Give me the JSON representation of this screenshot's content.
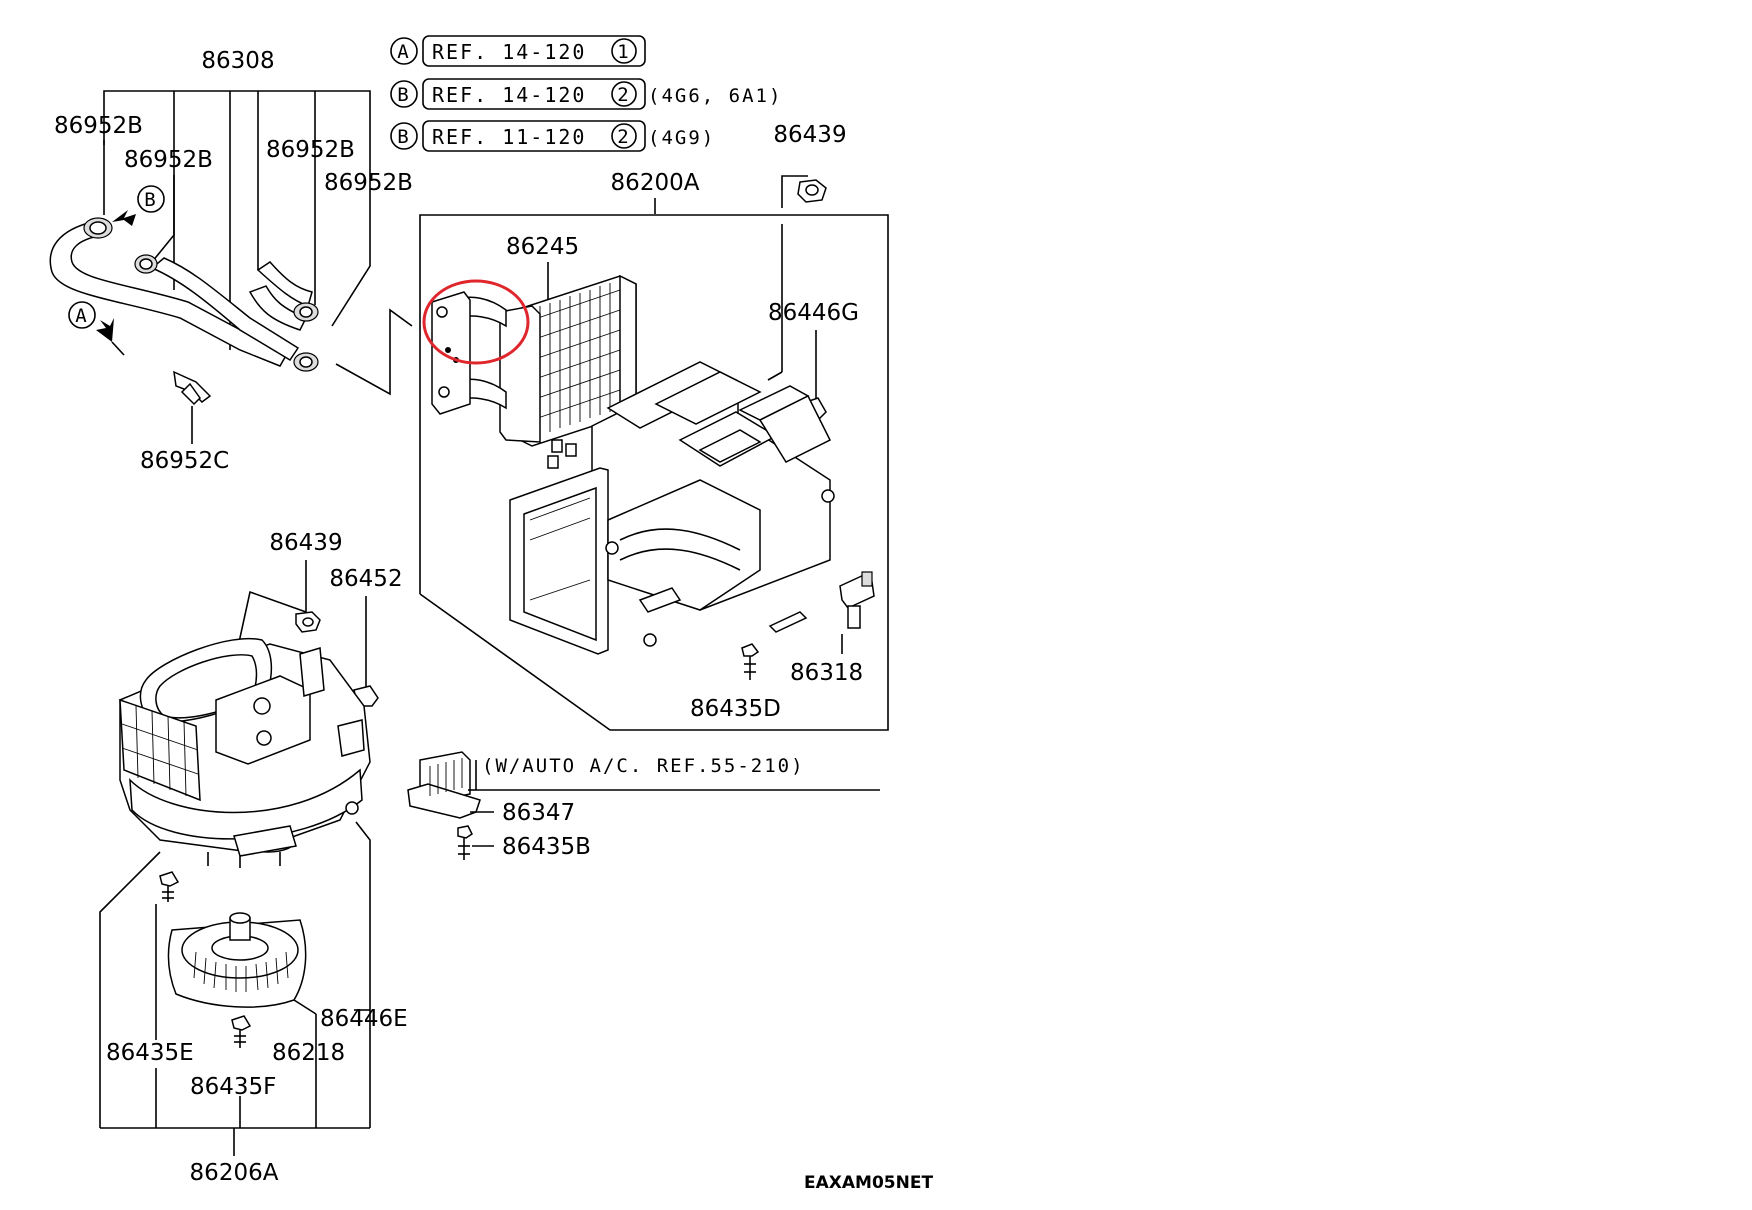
{
  "refs": [
    {
      "letter": "A",
      "text": "REF. 14-120",
      "num": "1",
      "suffix": ""
    },
    {
      "letter": "B",
      "text": "REF. 14-120",
      "num": "2",
      "suffix": "(4G6, 6A1)"
    },
    {
      "letter": "B",
      "text": "REF. 11-120",
      "num": "2",
      "suffix": "(4G9)"
    }
  ],
  "part_labels": {
    "p86308": "86308",
    "p86952B_1": "86952B",
    "p86952B_2": "86952B",
    "p86952B_3": "86952B",
    "p86952B_4": "86952B",
    "p86952C": "86952C",
    "p86439_top": "86439",
    "p86200A": "86200A",
    "p86245": "86245",
    "p86446G": "86446G",
    "p86318": "86318",
    "p86435D": "86435D",
    "p86439_low": "86439",
    "p86452": "86452",
    "p86347": "86347",
    "p86435B": "86435B",
    "p86446E": "86446E",
    "p86435E": "86435E",
    "p86218": "86218",
    "p86435F": "86435F",
    "p86206A": "86206A"
  },
  "callouts": {
    "marker_a": "A",
    "marker_b": "B",
    "auto_ac_note": "(W/AUTO A/C. REF.55-210)"
  },
  "watermark": "EAXAM05NET",
  "highlight_color": "#e0262d"
}
